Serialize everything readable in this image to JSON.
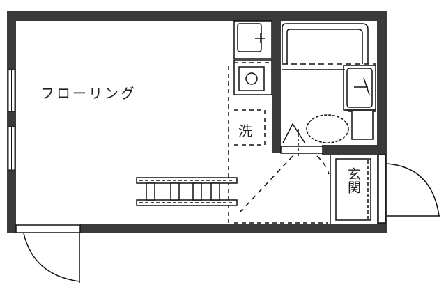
{
  "floorplan": {
    "rooms": {
      "main": {
        "label": "フローリング"
      },
      "laundry": {
        "label": "洗"
      },
      "entrance": {
        "label": "玄関"
      }
    },
    "colors": {
      "wall": "#3a3a3a",
      "line": "#111111",
      "background": "#ffffff"
    }
  }
}
